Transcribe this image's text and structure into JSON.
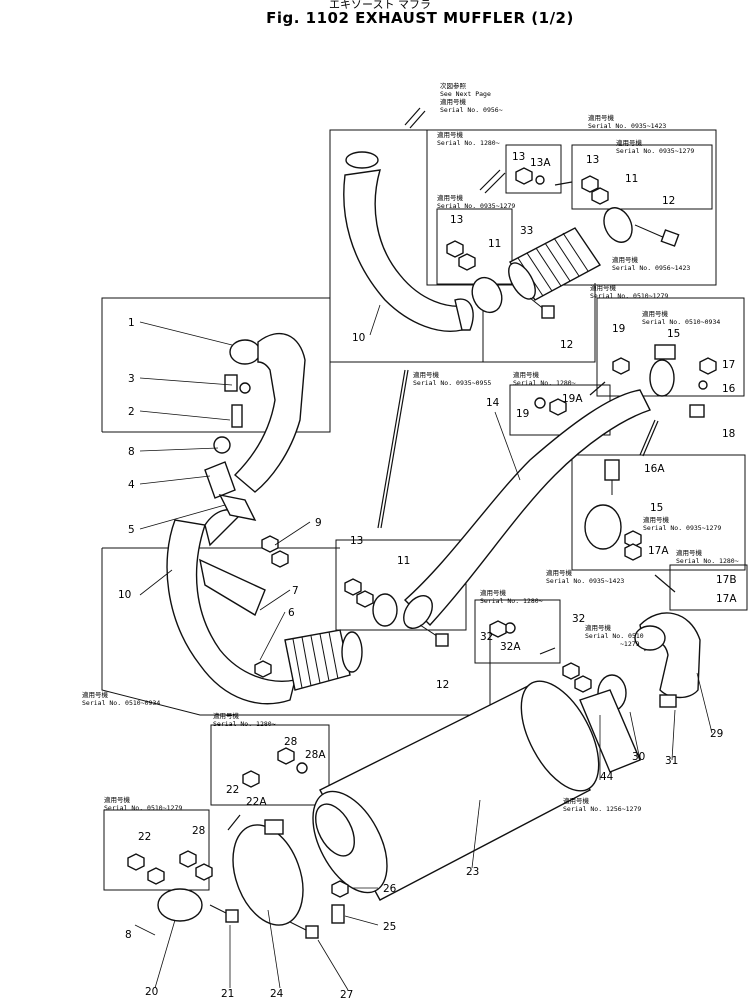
{
  "header": {
    "japanese": "エキゾースト マフラ",
    "title": "Fig. 1102   EXHAUST MUFFLER (1/2)"
  },
  "notes": [
    {
      "text": "次図参照"
    },
    {
      "text": "See Next Page"
    },
    {
      "text": "適用号機"
    },
    {
      "text": "Serial No. 0956~"
    },
    {
      "text": "適用号機"
    },
    {
      "text": "Serial No. 1280~"
    },
    {
      "text": "適用号機"
    },
    {
      "text": "Serial No. 0935~1423"
    },
    {
      "text": "適用号機"
    },
    {
      "text": "Serial No. 0935~1279"
    },
    {
      "text": "適用号機"
    },
    {
      "text": "Serial No. 0935~1279"
    },
    {
      "text": "適用号機"
    },
    {
      "text": "Serial No. 0956~1423"
    },
    {
      "text": "適用号機"
    },
    {
      "text": "Serial No. 0510~1279"
    },
    {
      "text": "適用号機"
    },
    {
      "text": "Serial No. 0510~0934"
    },
    {
      "text": "適用号機"
    },
    {
      "text": "Serial No. 0935~0955"
    },
    {
      "text": "適用号機"
    },
    {
      "text": "Serial No. 1280~"
    },
    {
      "text": "適用号機"
    },
    {
      "text": "Serial No. 0935~1279"
    },
    {
      "text": "適用号機"
    },
    {
      "text": "Serial No. 1280~"
    },
    {
      "text": "適用号機"
    },
    {
      "text": "Serial No. 0935~1423"
    },
    {
      "text": "適用号機"
    },
    {
      "text": "Serial No. 1280~"
    },
    {
      "text": "適用号機"
    },
    {
      "text": "Serial No. 0510"
    },
    {
      "text": "~1279"
    },
    {
      "text": "適用号機"
    },
    {
      "text": "Serial No. 0510~0934"
    },
    {
      "text": "適用号機"
    },
    {
      "text": "Serial No. 1280~"
    },
    {
      "text": "適用号機"
    },
    {
      "text": "Serial No. 0510~1279"
    },
    {
      "text": "適用号機"
    },
    {
      "text": "Serial No. 1256~1279"
    }
  ],
  "callouts": [
    {
      "text": "1"
    },
    {
      "text": "3"
    },
    {
      "text": "2"
    },
    {
      "text": "8"
    },
    {
      "text": "4"
    },
    {
      "text": "5"
    },
    {
      "text": "9"
    },
    {
      "text": "10"
    },
    {
      "text": "7"
    },
    {
      "text": "6"
    },
    {
      "text": "10"
    },
    {
      "text": "13"
    },
    {
      "text": "13A"
    },
    {
      "text": "13"
    },
    {
      "text": "11"
    },
    {
      "text": "12"
    },
    {
      "text": "13"
    },
    {
      "text": "11"
    },
    {
      "text": "33"
    },
    {
      "text": "12"
    },
    {
      "text": "19"
    },
    {
      "text": "15"
    },
    {
      "text": "17"
    },
    {
      "text": "16"
    },
    {
      "text": "18"
    },
    {
      "text": "19"
    },
    {
      "text": "19A"
    },
    {
      "text": "14"
    },
    {
      "text": "16A"
    },
    {
      "text": "15"
    },
    {
      "text": "17A"
    },
    {
      "text": "17B"
    },
    {
      "text": "17A"
    },
    {
      "text": "13"
    },
    {
      "text": "11"
    },
    {
      "text": "12"
    },
    {
      "text": "32"
    },
    {
      "text": "32"
    },
    {
      "text": "32A"
    },
    {
      "text": "29"
    },
    {
      "text": "30"
    },
    {
      "text": "31"
    },
    {
      "text": "44"
    },
    {
      "text": "28"
    },
    {
      "text": "28A"
    },
    {
      "text": "22"
    },
    {
      "text": "22A"
    },
    {
      "text": "22"
    },
    {
      "text": "28"
    },
    {
      "text": "23"
    },
    {
      "text": "26"
    },
    {
      "text": "25"
    },
    {
      "text": "8"
    },
    {
      "text": "20"
    },
    {
      "text": "21"
    },
    {
      "text": "24"
    },
    {
      "text": "27"
    }
  ]
}
